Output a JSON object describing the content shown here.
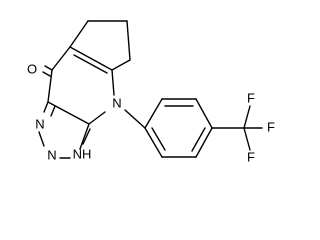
{
  "molecule": {
    "atoms": {
      "oxygen": "O",
      "n_ring": "N",
      "n_triazole_1": "N",
      "n_triazole_2": "N",
      "nh": "NH",
      "f_top": "F",
      "f_right": "F",
      "f_bottom": "F"
    }
  }
}
